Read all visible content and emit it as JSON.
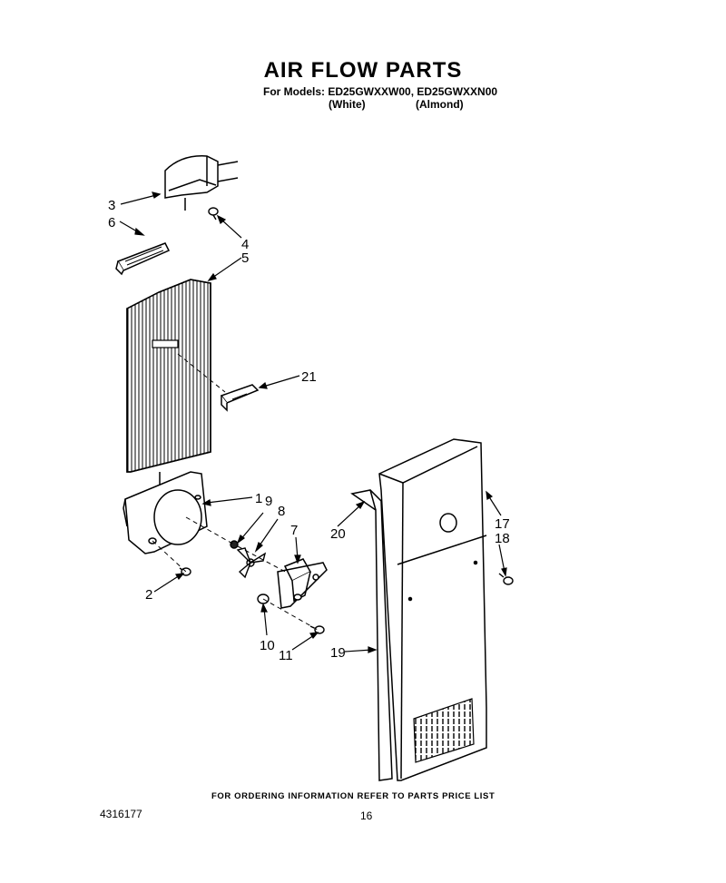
{
  "title": "AIR FLOW PARTS",
  "models_line": "For Models: ED25GWXXW00, ED25GWXXN00",
  "variants": [
    "(White)",
    "(Almond)"
  ],
  "callouts": {
    "c1": "1",
    "c2": "2",
    "c3": "3",
    "c4": "4",
    "c5": "5",
    "c6": "6",
    "c7": "7",
    "c8": "8",
    "c9": "9",
    "c10": "10",
    "c11": "11",
    "c17": "17",
    "c18": "18",
    "c19": "19",
    "c20": "20",
    "c21": "21"
  },
  "footer": "FOR ORDERING INFORMATION REFER TO PARTS PRICE LIST",
  "document_number": "4316177",
  "page_number": "16"
}
